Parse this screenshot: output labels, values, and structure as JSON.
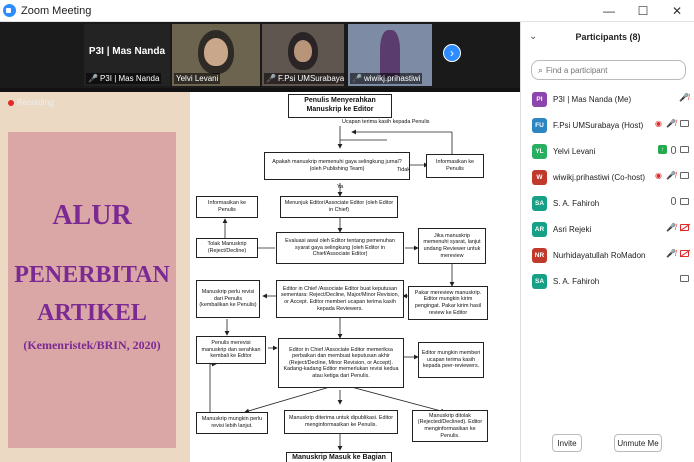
{
  "window": {
    "title": "Zoom Meeting",
    "minimize": "—",
    "maximize": "☐",
    "close": "✕"
  },
  "thumbnails": {
    "p3i_big": "P3I | Mas Nanda",
    "p3i_label": "P3I | Mas Nanda",
    "yelvi": "Yelvi Levani",
    "fpsi": "F.Psi UMSurabaya",
    "wiwik": "wiwikj.prihastiwi"
  },
  "recording": "Recording",
  "slide": {
    "title_line1": "ALUR",
    "title_line2": "PENERBITAN",
    "title_line3": "ARTIKEL",
    "title_line4": "(Kemenristek/BRIN, 2020)"
  },
  "flow": {
    "b1": "Penulis Menyerahkan Manuskrip ke Editor",
    "l_thanks": "Ucapan terima kasih kepada Penulis",
    "b2": "Apakah manuskrip memenuhi gaya selingkung jurnal? (oleh Publishing Team)",
    "l_tidak": "Tidak",
    "b3": "Informasikan ke Penulis",
    "l_ya": "Ya",
    "b4": "Informasikan ke Penulis",
    "b5": "Menunjuk Editor/Associate Editor (oleh Editor in Chief)",
    "b6": "Tolak Manuskrip (Reject/Decline)",
    "b7": "Evaluasi awal oleh Editor tentang pemenuhan syarat gaya selingkung (oleh Editor in Chief/Associate Editor)",
    "b8": "Jika manuskrip memenuhi syarat, lanjut undang Reviewer untuk mereview",
    "b9": "Manuskrip perlu revisi dari Penulis (kembalikan ke Penulis)",
    "b10": "Editor in Chief /Associate Editor buat keputusan sementara: Reject/Decline, Major/Minor Revision, or Accept. Editor memberi ucapan terima kasih kepada Reviewers.",
    "b11": "Pakar mereview manuskrip. Editor mungkin kirim pengingat. Pakar kirim hasil review ke Editor",
    "b12": "Penulis merevisi manuskrip dan serahkan kembali ke Editor",
    "b13": "Editor in Chief /Associate Editor memeriksa perbaikan dan membuat keputusan akhir (Reject/Decline, Minor Revision, or Accept). Kadang-kadang Editor memerlukan revisi kedua atau ketiga dari Penulis.",
    "b14": "Editor mungkin memberi ucapan terima kasih kepada peer-reviewers.",
    "b15": "Manuskrip mungkin perlu revisi lebih lanjut.",
    "b16": "Manuskrip diterima untuk dipublikasi. Editor menginformasikan ke Penulis.",
    "b17": "Manuskrip ditolak (Rejected/Declined). Editor menginformasikan ke Penulis.",
    "b18": "Manuskrip Masuk ke Bagian Produksi"
  },
  "panel": {
    "title": "Participants (8)",
    "search_placeholder": "Find a participant",
    "participants": [
      {
        "initials": "PI",
        "name": "P3I | Mas Nanda (Me)",
        "color": "#8e44ad"
      },
      {
        "initials": "FU",
        "name": "F.Psi UMSurabaya (Host)",
        "color": "#2e86c1"
      },
      {
        "initials": "YL",
        "name": "Yelvi Levani",
        "color": "#27ae60"
      },
      {
        "initials": "W",
        "name": "wiwikj.prihastiwi (Co-host)",
        "color": "#c0392b"
      },
      {
        "initials": "SA",
        "name": "S. A. Fahiroh",
        "color": "#16a085"
      },
      {
        "initials": "AR",
        "name": "Asri Rejeki",
        "color": "#16a085"
      },
      {
        "initials": "NR",
        "name": "Nurhidayatullah RoMadon",
        "color": "#c0392b"
      },
      {
        "initials": "SA",
        "name": "S. A. Fahiroh",
        "color": "#16a085"
      }
    ],
    "invite": "Invite",
    "unmute": "Unmute Me"
  }
}
